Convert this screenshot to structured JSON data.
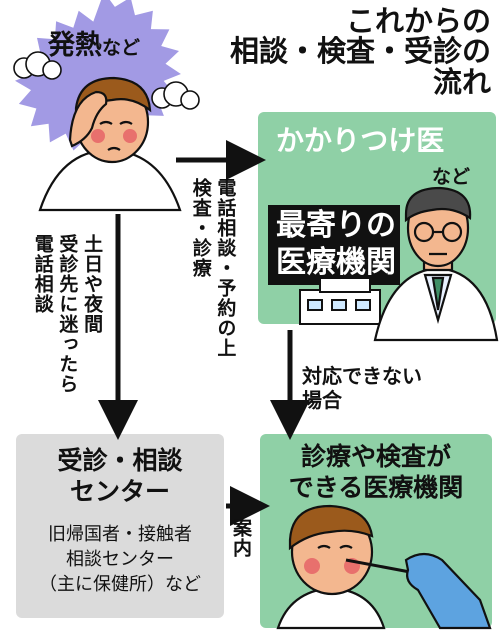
{
  "title_lines": [
    "これからの",
    "相談・検査・受診の",
    "流れ"
  ],
  "fever": {
    "main": "発熱",
    "suffix": "など"
  },
  "primary_care": {
    "title": "かかりつけ医",
    "suffix": "など"
  },
  "nearest": {
    "lines": [
      "最寄りの",
      "医療機関"
    ]
  },
  "consult_center": {
    "title_lines": [
      "受診・相談",
      "センター"
    ],
    "body_lines": [
      "旧帰国者・接触者",
      "相談センター",
      "（主に保健所）など"
    ]
  },
  "testing_facility": {
    "lines": [
      "診療や検査が",
      "できる医療機関"
    ]
  },
  "labels": {
    "phone_reservation": [
      "電話相談・予約の上",
      "検査・診療"
    ],
    "weekend_night": [
      "土日や夜間",
      "受診先に迷ったら",
      "電話相談"
    ],
    "not_available": [
      "対応できない",
      "場合"
    ],
    "guidance": "案内"
  },
  "colors": {
    "green": "#8fd0a6",
    "gray": "#dbdbdb",
    "purple": "#a29ae4",
    "black": "#111111",
    "skin": "#f3b78f",
    "blush": "#e8706d",
    "hair": "#9b5a1c",
    "glove": "#5da3e0"
  }
}
